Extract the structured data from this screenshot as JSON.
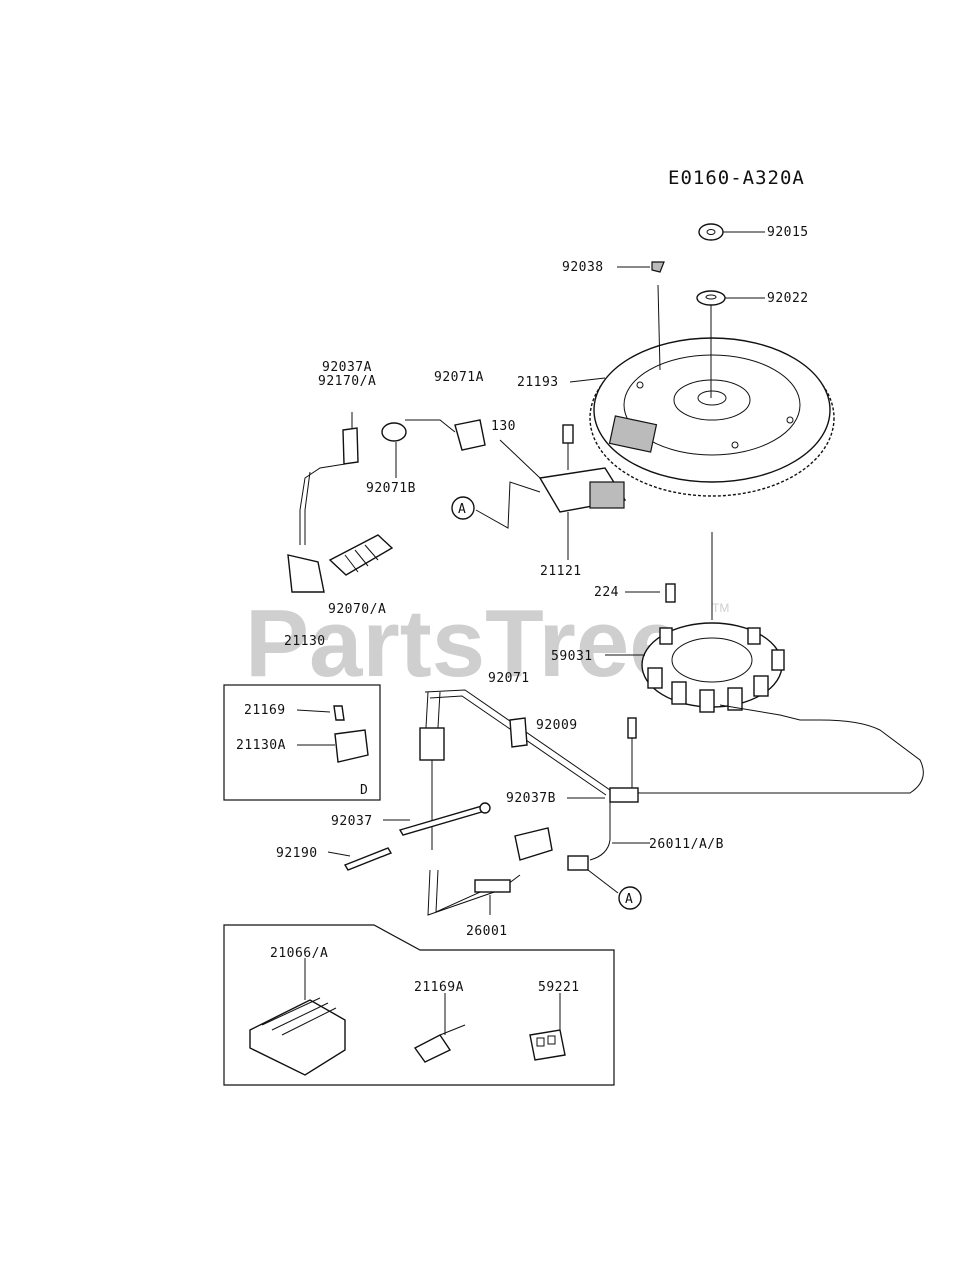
{
  "diagram_code": "E0160-A320A",
  "watermark": "PartsTree",
  "watermark_tm": "TM",
  "inset_d_label": "D",
  "callout_a": "A",
  "parts": {
    "p92038": "92038",
    "p92015": "92015",
    "p92022": "92022",
    "p21193": "21193",
    "p92037A": "92037A",
    "p92170A": "92170/A",
    "p92071A": "92071A",
    "p130": "130",
    "p92071B": "92071B",
    "p21121": "21121",
    "p224": "224",
    "p92070A": "92070/A",
    "p21130": "21130",
    "p59031": "59031",
    "p21169": "21169",
    "p21130A": "21130A",
    "p92071": "92071",
    "p92009": "92009",
    "p92037B": "92037B",
    "p92037": "92037",
    "p26011AB": "26011/A/B",
    "p92190": "92190",
    "p26001": "26001",
    "p21066A": "21066/A",
    "p21169A": "21169A",
    "p59221": "59221"
  }
}
